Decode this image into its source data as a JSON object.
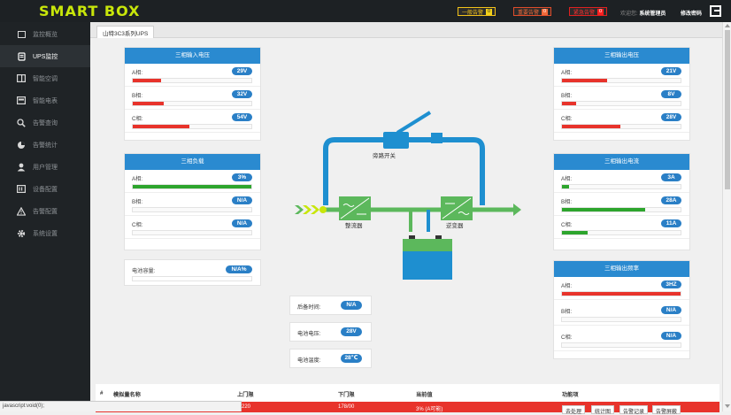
{
  "header": {
    "logo": "SMART BOX",
    "alarms": [
      {
        "label": "一般告警",
        "count": "0"
      },
      {
        "label": "重要告警",
        "count": "0"
      },
      {
        "label": "紧急告警",
        "count": "0"
      }
    ],
    "welcome_prefix": "欢迎您:",
    "user": "系统管理员",
    "change_password": "修改密码"
  },
  "sidebar": {
    "items": [
      {
        "label": "监控概览",
        "icon": "monitor-icon"
      },
      {
        "label": "UPS监控",
        "icon": "battery-icon"
      },
      {
        "label": "智能空调",
        "icon": "ac-icon"
      },
      {
        "label": "智能电表",
        "icon": "meter-icon"
      },
      {
        "label": "告警查询",
        "icon": "search-icon"
      },
      {
        "label": "告警统计",
        "icon": "pie-icon"
      },
      {
        "label": "用户管理",
        "icon": "user-icon"
      },
      {
        "label": "设备配置",
        "icon": "device-icon"
      },
      {
        "label": "告警配置",
        "icon": "warning-icon"
      },
      {
        "label": "系统设置",
        "icon": "gear-icon"
      }
    ]
  },
  "tab": "山特3C3系列UPS",
  "input_voltage": {
    "title": "三相输入电压",
    "rows": [
      {
        "label": "A相:",
        "value": "29V",
        "level": 0.24,
        "color": "#e8332b"
      },
      {
        "label": "B相:",
        "value": "32V",
        "level": 0.26,
        "color": "#e8332b"
      },
      {
        "label": "C相:",
        "value": "54V",
        "level": 0.48,
        "color": "#e8332b"
      }
    ]
  },
  "load": {
    "title": "三相负载",
    "rows": [
      {
        "label": "A相:",
        "value": "3%",
        "level": 1.0,
        "color": "#2da52d"
      },
      {
        "label": "B相:",
        "value": "N/A",
        "level": 0,
        "color": "#2da52d"
      },
      {
        "label": "C相:",
        "value": "N/A",
        "level": 0,
        "color": "#2da52d"
      }
    ]
  },
  "battery_capacity": {
    "label": "电池容量:",
    "value": "N/A%"
  },
  "output_voltage": {
    "title": "三相输出电压",
    "rows": [
      {
        "label": "A相:",
        "value": "21V",
        "level": 0.38,
        "color": "#e8332b"
      },
      {
        "label": "B相:",
        "value": "8V",
        "level": 0.12,
        "color": "#e8332b"
      },
      {
        "label": "C相:",
        "value": "28V",
        "level": 0.49,
        "color": "#e8332b"
      }
    ]
  },
  "output_current": {
    "title": "三相输出电流",
    "rows": [
      {
        "label": "A相:",
        "value": "3A",
        "level": 0.06,
        "color": "#2da52d"
      },
      {
        "label": "B相:",
        "value": "28A",
        "level": 0.7,
        "color": "#2da52d"
      },
      {
        "label": "C相:",
        "value": "11A",
        "level": 0.22,
        "color": "#2da52d"
      }
    ]
  },
  "output_frequency": {
    "title": "三相输出频率",
    "rows": [
      {
        "label": "A相:",
        "value": "3HZ",
        "level": 1.0,
        "color": "#e8332b"
      },
      {
        "label": "B相:",
        "value": "N/A",
        "level": 0,
        "color": "#e8332b"
      },
      {
        "label": "C相:",
        "value": "N/A",
        "level": 0,
        "color": "#e8332b"
      }
    ]
  },
  "battery_info": [
    {
      "label": "后备时间:",
      "value": "N/A"
    },
    {
      "label": "电池电压:",
      "value": "28V"
    },
    {
      "label": "电池温度:",
      "value": "28℃"
    }
  ],
  "diagram": {
    "bypass": "旁路开关",
    "rectifier": "整流器",
    "inverter": "逆变器"
  },
  "table": {
    "headers": [
      "#",
      "模拟量名称",
      "上门限",
      "下门限",
      "当前值",
      "功能项"
    ],
    "row": {
      "upper": "220",
      "lower": "178/00",
      "current": "3% (A可能)"
    },
    "buttons": [
      "去处理",
      "统计图",
      "告警记录",
      "告警屏蔽"
    ]
  },
  "status_bar": "javascript:void(0);",
  "colors": {
    "accent": "#2a8ad0",
    "logo": "#c8e60a",
    "alarm_red": "#e8332b",
    "ok_green": "#2da52d"
  }
}
